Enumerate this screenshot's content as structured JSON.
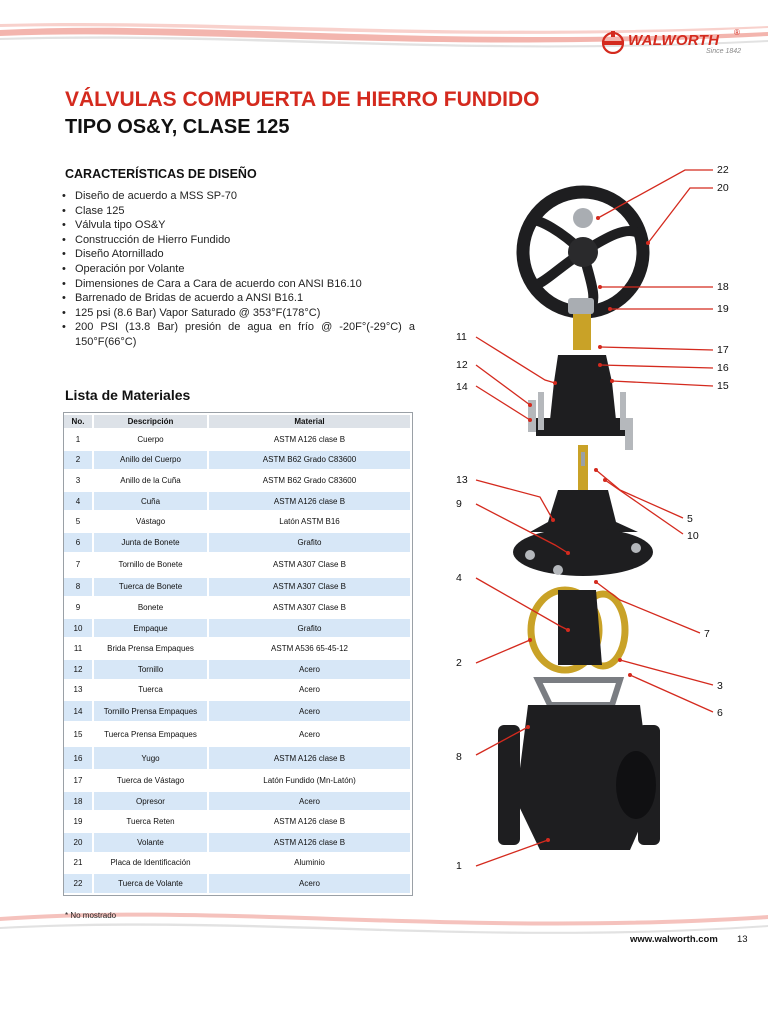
{
  "brand": {
    "name": "WALWORTH",
    "registered": "®",
    "since": "Since 1842"
  },
  "title": {
    "line1": "VÁLVULAS COMPUERTA DE HIERRO FUNDIDO",
    "line2": "TIPO OS&Y, CLASE 125"
  },
  "design": {
    "heading": "CARACTERÍSTICAS DE DISEÑO",
    "items": [
      "Diseño de acuerdo a MSS SP-70",
      "Clase 125",
      "Válvula tipo OS&Y",
      "Construcción de Hierro Fundido",
      "Diseño Atornillado",
      "Operación por Volante",
      "Dimensiones de Cara a Cara de acuerdo con ANSI B16.10",
      "Barrenado de Bridas de acuerdo a ANSI B16.1",
      "125 psi (8.6 Bar) Vapor Saturado @ 353°F(178°C)",
      "200 PSI (13.8 Bar) presión de agua en frío @ -20F°(-29°C) a 150°F(66°C)"
    ]
  },
  "materials": {
    "heading": "Lista de Materiales",
    "columns": [
      "No.",
      "Descripción",
      "Material"
    ],
    "rows": [
      {
        "no": "1",
        "desc": "Cuerpo",
        "material": "ASTM A126 clase B"
      },
      {
        "no": "2",
        "desc": "Anillo del Cuerpo",
        "material": "ASTM B62 Grado C83600"
      },
      {
        "no": "3",
        "desc": "Anillo de la Cuña",
        "material": "ASTM B62 Grado C83600"
      },
      {
        "no": "4",
        "desc": "Cuña",
        "material": "ASTM A126 clase B"
      },
      {
        "no": "5",
        "desc": "Vástago",
        "material": "Latón ASTM B16"
      },
      {
        "no": "6",
        "desc": "Junta de Bonete",
        "material": "Grafito"
      },
      {
        "no": "7",
        "desc": "Tornillo de Bonete",
        "material": "ASTM A307 Clase B"
      },
      {
        "no": "8",
        "desc": "Tuerca de Bonete",
        "material": "ASTM A307 Clase B"
      },
      {
        "no": "9",
        "desc": "Bonete",
        "material": "ASTM A307 Clase B"
      },
      {
        "no": "10",
        "desc": "Empaque",
        "material": "Grafito"
      },
      {
        "no": "11",
        "desc": "Brida Prensa Empaques",
        "material": "ASTM A536 65-45-12"
      },
      {
        "no": "12",
        "desc": "Tornillo",
        "material": "Acero"
      },
      {
        "no": "13",
        "desc": "Tuerca",
        "material": "Acero"
      },
      {
        "no": "14",
        "desc": "Tornillo Prensa Empaques",
        "material": "Acero"
      },
      {
        "no": "15",
        "desc": "Tuerca Prensa Empaques",
        "material": "Acero"
      },
      {
        "no": "16",
        "desc": "Yugo",
        "material": "ASTM A126 clase B"
      },
      {
        "no": "17",
        "desc": "Tuerca de Vástago",
        "material": "Latón Fundido (Mn-Latón)"
      },
      {
        "no": "18",
        "desc": "Opresor",
        "material": "Acero"
      },
      {
        "no": "19",
        "desc": "Tuerca Reten",
        "material": "ASTM A126 clase B"
      },
      {
        "no": "20",
        "desc": "Volante",
        "material": "ASTM A126 clase B"
      },
      {
        "no": "21",
        "desc": "Placa de Identificación",
        "material": "Aluminio"
      },
      {
        "no": "22",
        "desc": "Tuerca de Volante",
        "material": "Acero"
      }
    ]
  },
  "footnote": "* No mostrado",
  "footer": {
    "url": "www.walworth.com",
    "page": "13"
  },
  "callouts": {
    "right": [
      "22",
      "20",
      "18",
      "19",
      "17",
      "16",
      "15",
      "5",
      "10",
      "7",
      "3",
      "6"
    ],
    "left": [
      "11",
      "12",
      "14",
      "13",
      "9",
      "4",
      "2",
      "8",
      "1"
    ]
  },
  "colors": {
    "brand_red": "#d42a1e",
    "row_blue": "#d7e7f7",
    "header_gray": "#dde2e8",
    "valve_black": "#1e1e20",
    "brass": "#c9a227"
  }
}
